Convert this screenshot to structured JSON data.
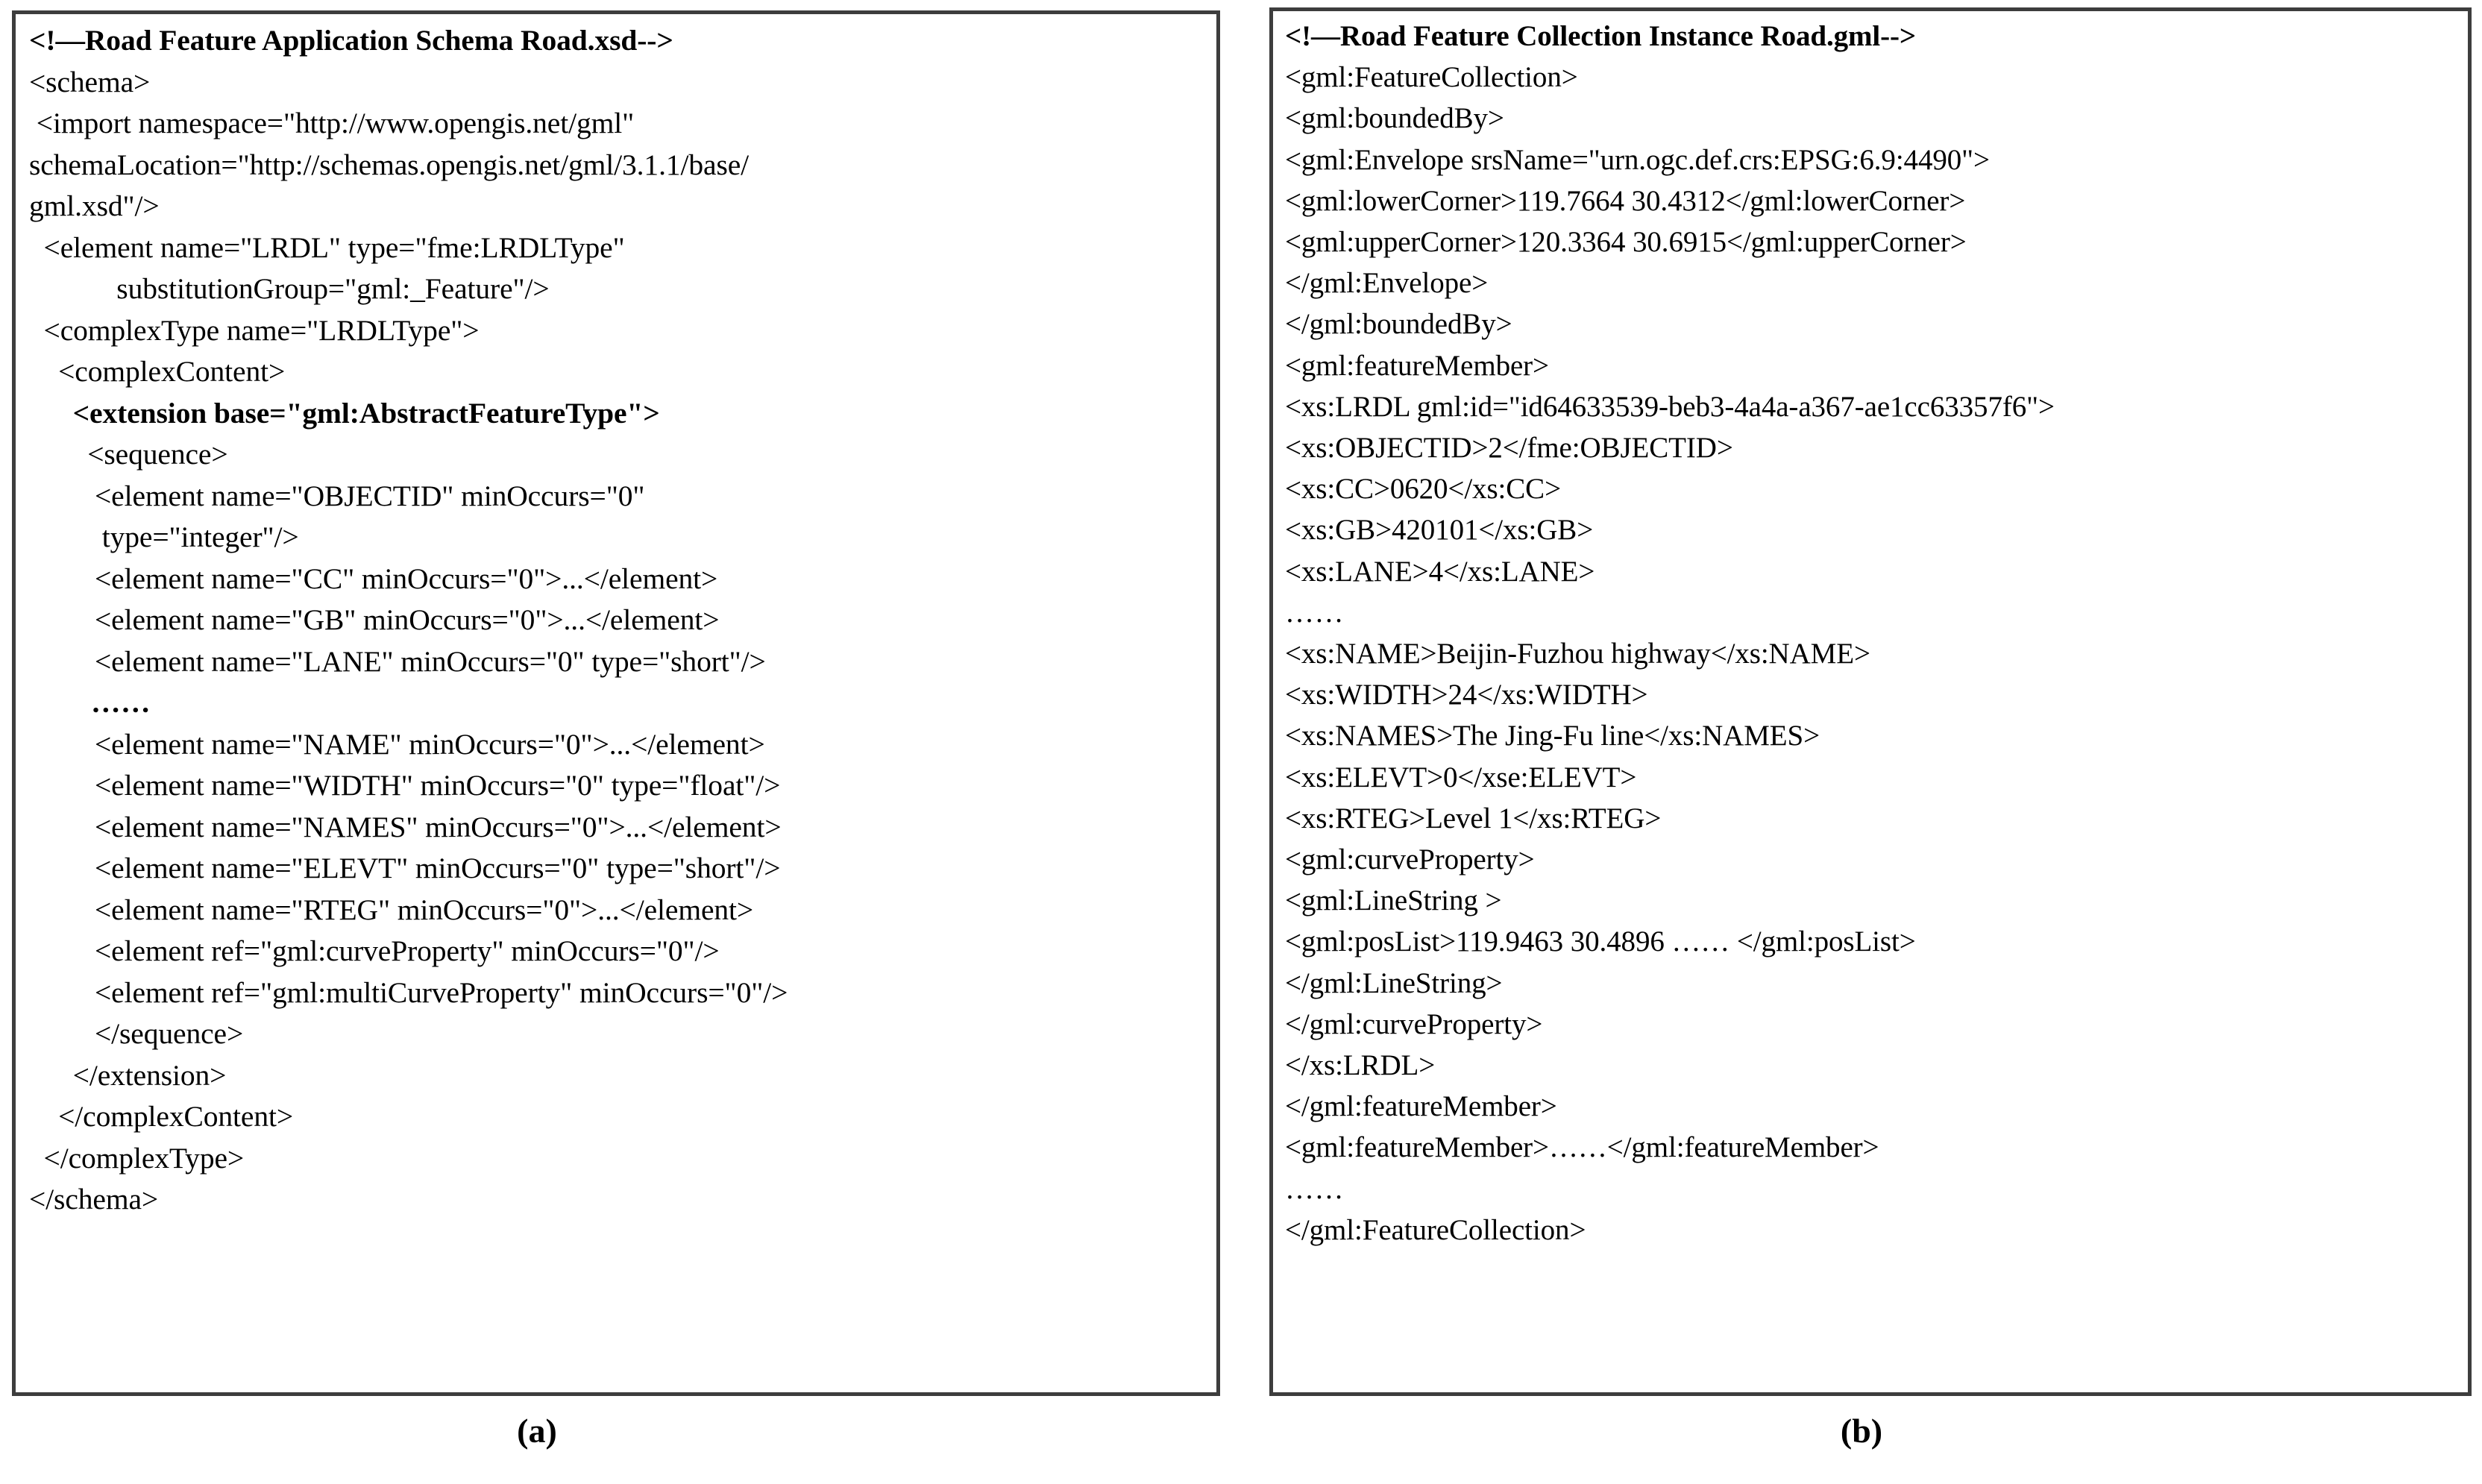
{
  "figure": {
    "panel_a": {
      "caption": "(a)",
      "title_comment": "<!—Road Feature Application Schema Road.xsd-->",
      "lines": [
        {
          "text": "<!—Road Feature Application Schema Road.xsd-->",
          "bold": true
        },
        {
          "text": "<schema>",
          "bold": false
        },
        {
          "text": " <import namespace=\"http://www.opengis.net/gml\"",
          "bold": false
        },
        {
          "text": "schemaLocation=\"http://schemas.opengis.net/gml/3.1.1/base/",
          "bold": false
        },
        {
          "text": "gml.xsd\"/>",
          "bold": false
        },
        {
          "text": "  <element name=\"LRDL\" type=\"fme:LRDLType\"",
          "bold": false
        },
        {
          "text": "            substitutionGroup=\"gml:_Feature\"/>",
          "bold": false
        },
        {
          "text": "  <complexType name=\"LRDLType\">",
          "bold": false
        },
        {
          "text": "    <complexContent>",
          "bold": false
        },
        {
          "text": "      <extension base=\"gml:AbstractFeatureType\">",
          "bold": true
        },
        {
          "text": "        <sequence>",
          "bold": false
        },
        {
          "text": "         <element name=\"OBJECTID\" minOccurs=\"0\"",
          "bold": false
        },
        {
          "text": "          type=\"integer\"/>",
          "bold": false
        },
        {
          "text": "         <element name=\"CC\" minOccurs=\"0\">...</element>",
          "bold": false
        },
        {
          "text": "         <element name=\"GB\" minOccurs=\"0\">...</element>",
          "bold": false
        },
        {
          "text": "         <element name=\"LANE\" minOccurs=\"0\" type=\"short\"/>",
          "bold": false
        },
        {
          "text": "        ……",
          "bold": true
        },
        {
          "text": "         <element name=\"NAME\" minOccurs=\"0\">...</element>",
          "bold": false
        },
        {
          "text": "         <element name=\"WIDTH\" minOccurs=\"0\" type=\"float\"/>",
          "bold": false
        },
        {
          "text": "         <element name=\"NAMES\" minOccurs=\"0\">...</element>",
          "bold": false
        },
        {
          "text": "         <element name=\"ELEVT\" minOccurs=\"0\" type=\"short\"/>",
          "bold": false
        },
        {
          "text": "         <element name=\"RTEG\" minOccurs=\"0\">...</element>",
          "bold": false
        },
        {
          "text": "         <element ref=\"gml:curveProperty\" minOccurs=\"0\"/>",
          "bold": false
        },
        {
          "text": "         <element ref=\"gml:multiCurveProperty\" minOccurs=\"0\"/>",
          "bold": false
        },
        {
          "text": "         </sequence>",
          "bold": false
        },
        {
          "text": "      </extension>",
          "bold": false
        },
        {
          "text": "    </complexContent>",
          "bold": false
        },
        {
          "text": "  </complexType>",
          "bold": false
        },
        {
          "text": "</schema>",
          "bold": false
        }
      ]
    },
    "panel_b": {
      "caption": "(b)",
      "title_comment": "<!—Road Feature Collection Instance Road.gml-->",
      "lines": [
        {
          "text": "<!—Road Feature Collection Instance Road.gml-->",
          "bold": true
        },
        {
          "text": "<gml:FeatureCollection>",
          "bold": false
        },
        {
          "text": "<gml:boundedBy>",
          "bold": false
        },
        {
          "text": "<gml:Envelope srsName=\"urn.ogc.def.crs:EPSG:6.9:4490\">",
          "bold": false
        },
        {
          "text": "<gml:lowerCorner>119.7664 30.4312</gml:lowerCorner>",
          "bold": false
        },
        {
          "text": "<gml:upperCorner>120.3364 30.6915</gml:upperCorner>",
          "bold": false
        },
        {
          "text": "</gml:Envelope>",
          "bold": false
        },
        {
          "text": "</gml:boundedBy>",
          "bold": false
        },
        {
          "text": "<gml:featureMember>",
          "bold": false
        },
        {
          "text": "<xs:LRDL gml:id=\"id64633539-beb3-4a4a-a367-ae1cc63357f6\">",
          "bold": false
        },
        {
          "text": "<xs:OBJECTID>2</fme:OBJECTID>",
          "bold": false
        },
        {
          "text": "<xs:CC>0620</xs:CC>",
          "bold": false
        },
        {
          "text": "<xs:GB>420101</xs:GB>",
          "bold": false
        },
        {
          "text": "<xs:LANE>4</xs:LANE>",
          "bold": false
        },
        {
          "text": "……",
          "bold": false
        },
        {
          "text": "<xs:NAME>Beijin-Fuzhou highway</xs:NAME>",
          "bold": false
        },
        {
          "text": "<xs:WIDTH>24</xs:WIDTH>",
          "bold": false
        },
        {
          "text": "<xs:NAMES>The Jing-Fu line</xs:NAMES>",
          "bold": false
        },
        {
          "text": "<xs:ELEVT>0</xse:ELEVT>",
          "bold": false
        },
        {
          "text": "<xs:RTEG>Level 1</xs:RTEG>",
          "bold": false
        },
        {
          "text": "<gml:curveProperty>",
          "bold": false
        },
        {
          "text": "<gml:LineString >",
          "bold": false
        },
        {
          "text": "<gml:posList>119.9463 30.4896 …… </gml:posList>",
          "bold": false
        },
        {
          "text": "</gml:LineString>",
          "bold": false
        },
        {
          "text": "</gml:curveProperty>",
          "bold": false
        },
        {
          "text": "</xs:LRDL>",
          "bold": false
        },
        {
          "text": "</gml:featureMember>",
          "bold": false
        },
        {
          "text": "<gml:featureMember>……</gml:featureMember>",
          "bold": false
        },
        {
          "text": "……",
          "bold": false
        },
        {
          "text": "</gml:FeatureCollection>",
          "bold": false
        }
      ]
    },
    "colors": {
      "border": "#3d3d3d",
      "text": "#000000",
      "background": "#ffffff"
    }
  }
}
